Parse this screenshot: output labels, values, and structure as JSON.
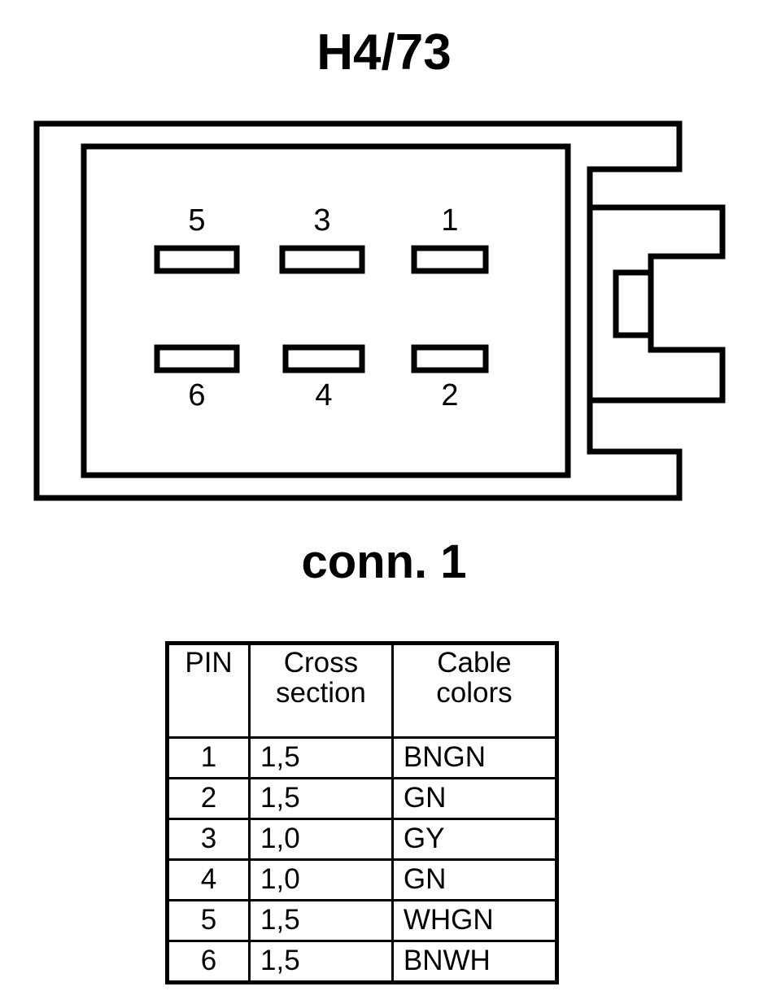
{
  "title": "H4/73",
  "connector": {
    "caption": "conn. 1",
    "top_row_pins": [
      "5",
      "3",
      "1"
    ],
    "bottom_row_pins": [
      "6",
      "4",
      "2"
    ],
    "stroke_color": "#000000",
    "fill_color": "#ffffff"
  },
  "table": {
    "headers": {
      "pin": "PIN",
      "cross_line1": "Cross",
      "cross_line2": "section",
      "colors_line1": "Cable",
      "colors_line2": "colors"
    },
    "rows": [
      {
        "pin": "1",
        "cross": "1,5",
        "colors": "BNGN"
      },
      {
        "pin": "2",
        "cross": "1,5",
        "colors": "GN"
      },
      {
        "pin": "3",
        "cross": "1,0",
        "colors": "GY"
      },
      {
        "pin": "4",
        "cross": "1,0",
        "colors": "GN"
      },
      {
        "pin": "5",
        "cross": "1,5",
        "colors": "WHGN"
      },
      {
        "pin": "6",
        "cross": "1,5",
        "colors": "BNWH"
      }
    ]
  }
}
